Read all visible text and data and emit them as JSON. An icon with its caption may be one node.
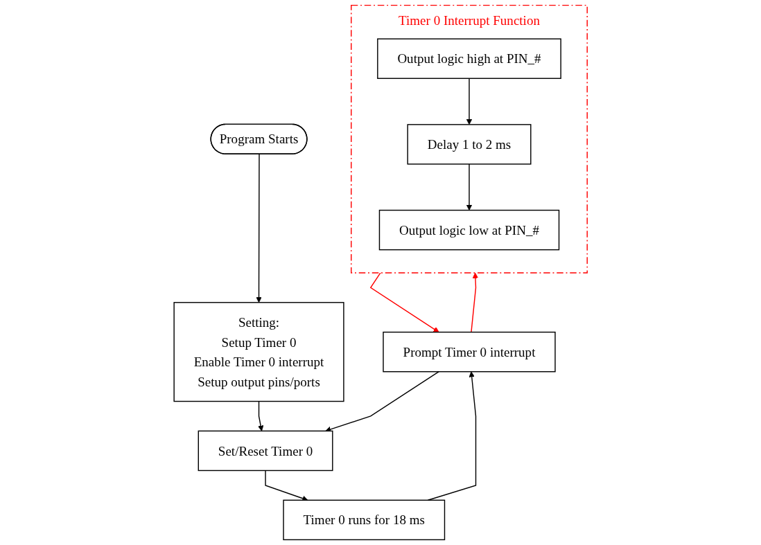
{
  "diagram": {
    "nodes": [
      {
        "text": [
          "Program Starts"
        ]
      },
      {
        "text": [
          "Setting:",
          "Setup Timer 0",
          "Enable Timer 0 interrupt",
          "Setup output pins/ports"
        ]
      },
      {
        "text": [
          "Set/Reset Timer 0"
        ]
      },
      {
        "text": [
          "Timer 0 runs for 18 ms"
        ]
      },
      {
        "text": [
          "Prompt Timer 0 interrupt"
        ]
      },
      {
        "text": [
          "Timer 0 Interrupt Function"
        ]
      },
      {
        "text": [
          "Output logic high at PIN_#"
        ],
        "in": 5
      },
      {
        "text": [
          "Delay 1 to 2 ms"
        ],
        "in": 5
      },
      {
        "text": [
          "Output logic low at PIN_#"
        ],
        "in": 5
      }
    ],
    "edges": [
      {
        "from": 0,
        "to": 1,
        "arrow": "to"
      },
      {
        "from": 1,
        "to": 2,
        "arrow": "to"
      },
      {
        "from": 2,
        "to": 3,
        "arrow": "to"
      },
      {
        "from": 3,
        "to": 4,
        "arrow": "to"
      },
      {
        "from": 4,
        "to": 2,
        "arrow": "to"
      },
      {
        "from": 4,
        "to": 5,
        "arrow": "to",
        "color": "#ff0000"
      },
      {
        "from": 6,
        "to": 7,
        "arrow": "to"
      },
      {
        "from": 7,
        "to": 8,
        "arrow": "to"
      },
      {
        "from": 5,
        "to": 4,
        "arrow": "to",
        "color": "#ff0000"
      }
    ]
  }
}
